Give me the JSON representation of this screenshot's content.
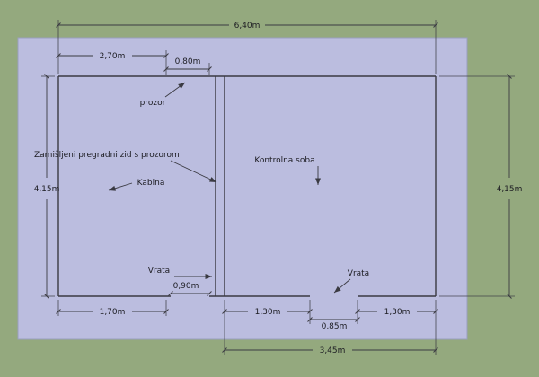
{
  "colors": {
    "background": "#94a97e",
    "floor": "#bbbddf",
    "line": "#3a3a42",
    "text": "#1c1c22"
  },
  "dimensions": {
    "total_width": "6,40m",
    "left_room_top": "2,70m",
    "window_width": "0,80m",
    "height_left": "4,15m",
    "height_right": "4,15m",
    "left_room_bottom_wall": "1,70m",
    "left_door_width": "0,90m",
    "right_room_bottom_left": "1,30m",
    "right_door_width": "0,85m",
    "right_room_bottom_right": "1,30m",
    "right_room_width": "3,45m"
  },
  "labels": {
    "window": "prozor",
    "partition_note": "Zamišljeni pregradni zid s prozorom",
    "room_left": "Kabina",
    "room_right": "Kontrolna soba",
    "door_left": "Vrata",
    "door_right": "Vrata"
  }
}
